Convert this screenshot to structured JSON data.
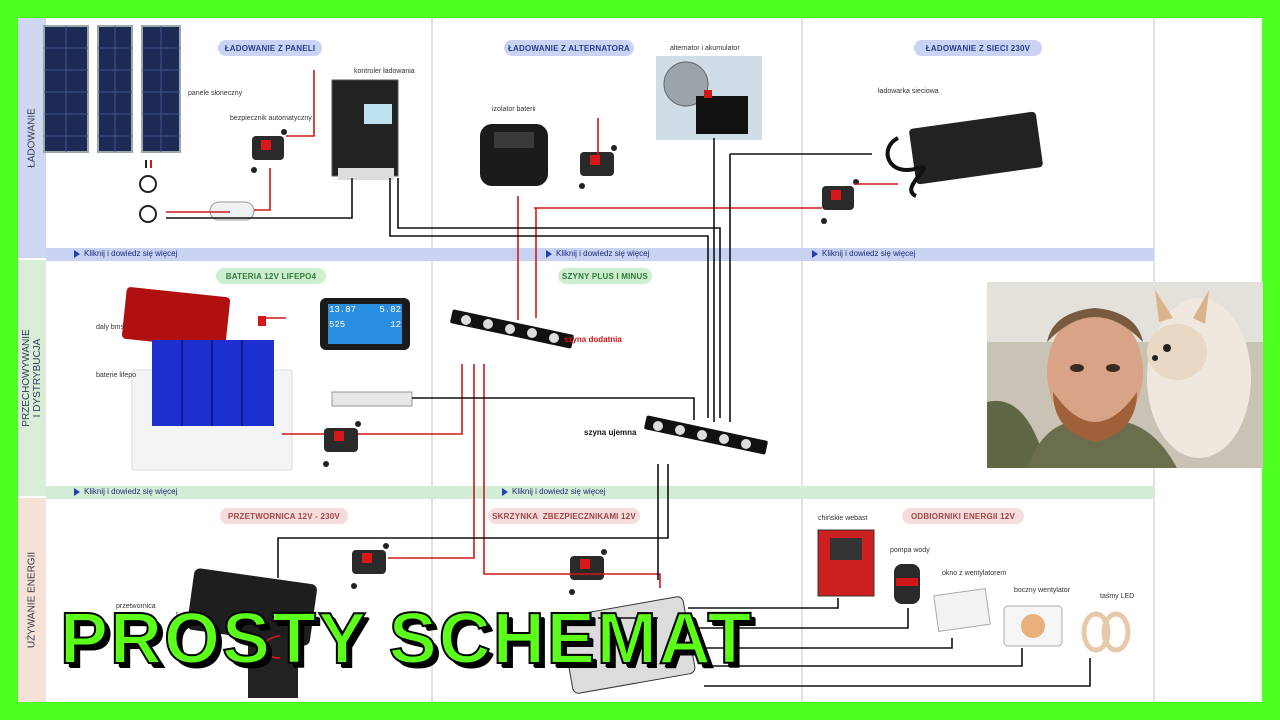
{
  "bands": {
    "charging": "ŁADOWANIE",
    "storage_line1": "PRZECHOWYWANIE",
    "storage_line2": "I DYSTRYBUCJA",
    "usage": "UŻYWANIE ENERGII"
  },
  "sections": {
    "panels": "ŁADOWANIE Z PANELI",
    "alternator": "ŁADOWANIE Z ALTERNATORA",
    "mains": "ŁADOWANIE Z SIECI 230V",
    "battery": "BATERIA 12V LIFEPO4",
    "busbars": "SZYNY PLUS I MINUS",
    "inverter": "PRZETWORNICA 12V - 230V",
    "fusebox": "SKRZYNKA  ZBEZPIECZNIKAMI 12V",
    "consumers": "ODBIORNIKI ENERGII 12V"
  },
  "links": {
    "more": "Kliknij i dowiedz się więcej"
  },
  "labels": {
    "solar_panels": "panele słoneczny",
    "charge_controller": "kontroler ładowania",
    "auto_fuse": "bezpiecznik automatyczny",
    "battery_isolator": "izolator baterii",
    "alternator_battery": "alternator i akumulator",
    "mains_charger": "ładowarka sieciowa",
    "daly_bms": "daly bms",
    "lifepo_cells": "baterie lifepo",
    "positive_bus": "szyna dodatnia",
    "negative_bus": "szyna ujemna",
    "inverter": "przetwornica",
    "inverter_tail": "sp",
    "inverter_tail2": "r",
    "webasto": "chińskie webast",
    "water_pump": "pompa wody",
    "fan_window": "okno z wentylatorem",
    "side_fan": "boczny wentylator",
    "led_strips": "taśmy LED"
  },
  "meter": {
    "v": "13.87",
    "a": "5.82",
    "w": "525",
    "wh": "12"
  },
  "title": "PROSTY SCHEMAT",
  "colors": {
    "border_green": "#4cff1e",
    "wire_red": "#d01818",
    "wire_black": "#111111",
    "title_green": "#5cff1a"
  }
}
